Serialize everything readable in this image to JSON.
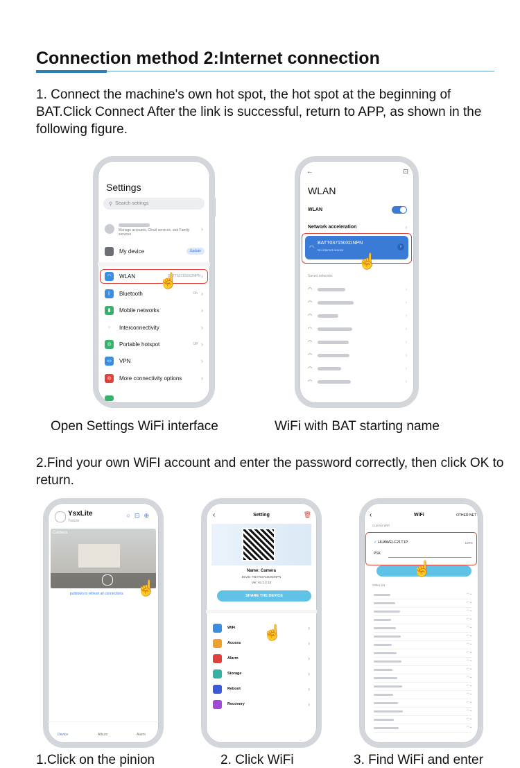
{
  "heading": "Connection method 2:Internet connection",
  "step1": "1. Connect the machine's own hot spot, the hot spot at the beginning of BAT.Click Connect After the link is successful, return to APP, as shown in the following figure.",
  "caption1": "Open Settings WiFi interface",
  "caption2": "WiFi with  BAT starting name",
  "step2": "2.Find your own WiFI account and enter the password correctly, then click OK to return.",
  "caption3": "1.Click on the pinion",
  "caption4": "2. Click WiFi",
  "caption5": "3. Find WiFi and enter",
  "settings": {
    "title": "Settings",
    "search": "Search settings",
    "account_sub": "Manage accounts, Cloud services, and Family services",
    "my_device": "My device",
    "update": "Update",
    "wlan": "WLAN",
    "wlan_val": "BATT037150XDNPN",
    "bluetooth": "Bluetooth",
    "bt_val": "On",
    "mobile": "Mobile networks",
    "inter": "Interconnectivity",
    "hotspot": "Portable hotspot",
    "hotspot_val": "Off",
    "vpn": "VPN",
    "more": "More connectivity options"
  },
  "wlan": {
    "title": "WLAN",
    "wlan_label": "WLAN",
    "net_acc": "Network acceleration",
    "connected": "BATT037150XDNPN",
    "connected_sub": "No internet access",
    "saved": "Saved networks"
  },
  "app": {
    "name": "YsxLite",
    "sub": "YsxLite",
    "camera": "Camera",
    "refresh": "pulldown to refresh all connections",
    "tab_device": "Device",
    "tab_album": "Album",
    "tab_alarm": "Alarm"
  },
  "setting": {
    "title": "Setting",
    "name": "Name: Camera",
    "devid": "DevID: TBAT037150XDNPN",
    "ver": "Ver: 61.1.2.13",
    "share": "SHARE THE DEVICE",
    "items": [
      "WiFi",
      "Access",
      "Alarm",
      "Storage",
      "Reboot",
      "Recovery"
    ]
  },
  "wifi": {
    "title": "WiFi",
    "other": "OTHER NET",
    "current": "Current WiFi",
    "ssid": "HUAWEI-F21T1P",
    "signal": "100%",
    "psk": "PSK",
    "other_list": "Other list"
  },
  "colors": {
    "accent": "#1f6fb5",
    "phone_blue": "#3b7bd8",
    "share": "#5fc2e6",
    "red": "#e0413a"
  }
}
